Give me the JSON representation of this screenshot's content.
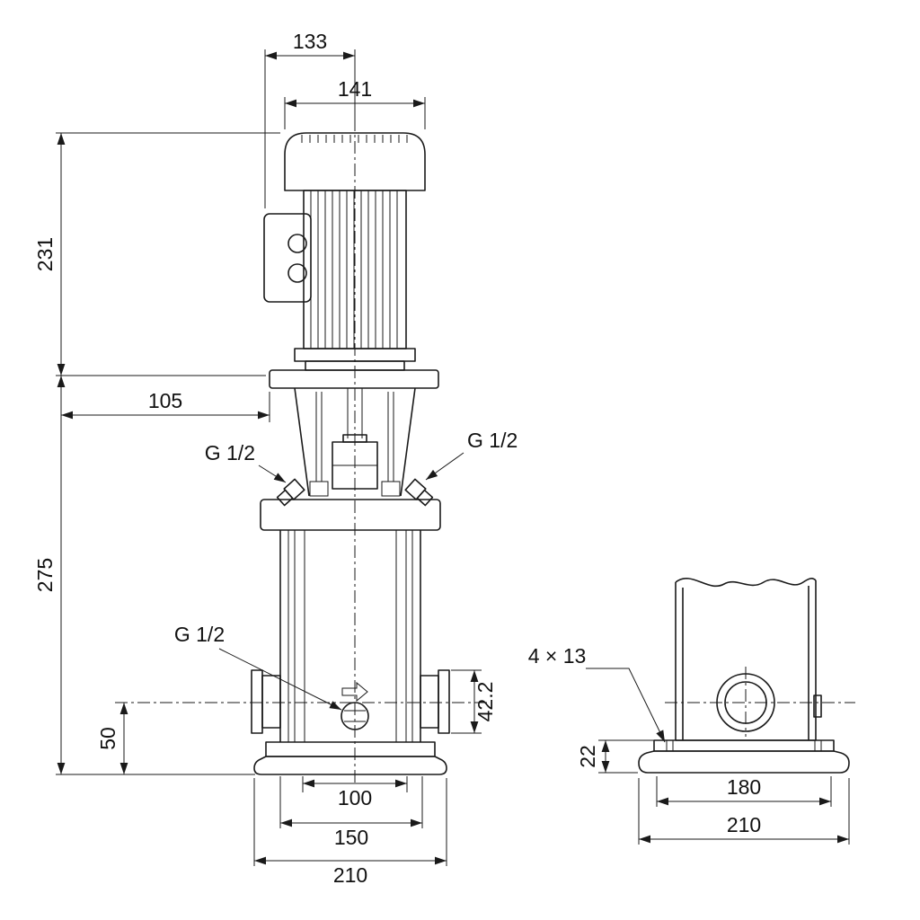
{
  "drawing": {
    "type": "pump-dimensional-drawing",
    "views": [
      "front",
      "side"
    ],
    "line_color": "#1a1a1a",
    "background": "#ffffff"
  },
  "dims": {
    "motor_depth": "133",
    "motor_width": "141",
    "motor_height": "231",
    "head_width": "105",
    "pump_height": "275",
    "plug_left": "G 1/2",
    "plug_right": "G 1/2",
    "plug_drain": "G 1/2",
    "port_center_height": "50",
    "port_flange": "42.2",
    "base_holes_spacing": "100",
    "base_mid_width": "150",
    "base_width": "210",
    "mounting_holes": "4 × 13",
    "baseplate_height": "22",
    "baseplate_hole_spacing": "180",
    "baseplate_width": "210"
  }
}
